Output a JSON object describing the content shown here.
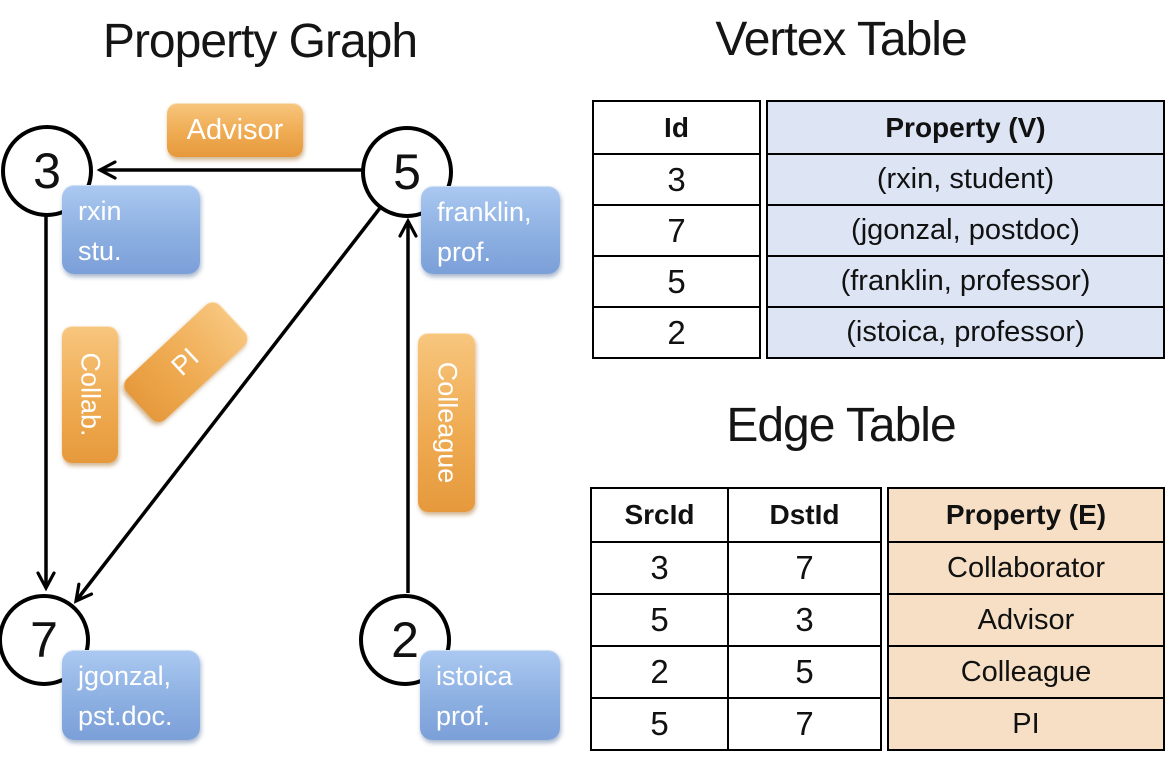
{
  "graph": {
    "title": "Property Graph",
    "vertices": [
      {
        "id": "3",
        "line1": "rxin",
        "line2": "stu."
      },
      {
        "id": "5",
        "line1": "franklin,",
        "line2": "prof."
      },
      {
        "id": "7",
        "line1": "jgonzal,",
        "line2": "pst.doc."
      },
      {
        "id": "2",
        "line1": "istoica",
        "line2": "prof."
      }
    ],
    "edges": [
      {
        "label": "Advisor",
        "from": "5",
        "to": "3"
      },
      {
        "label": "Collab.",
        "from": "3",
        "to": "7"
      },
      {
        "label": "PI",
        "from": "5",
        "to": "7"
      },
      {
        "label": "Colleague",
        "from": "2",
        "to": "5"
      }
    ]
  },
  "vertex_table": {
    "title": "Vertex Table",
    "columns": {
      "id": "Id",
      "property": "Property (V)"
    },
    "rows": [
      {
        "id": "3",
        "property": "(rxin, student)"
      },
      {
        "id": "7",
        "property": "(jgonzal, postdoc)"
      },
      {
        "id": "5",
        "property": "(franklin, professor)"
      },
      {
        "id": "2",
        "property": "(istoica, professor)"
      }
    ]
  },
  "edge_table": {
    "title": "Edge Table",
    "columns": {
      "src": "SrcId",
      "dst": "DstId",
      "property": "Property (E)"
    },
    "rows": [
      {
        "src": "3",
        "dst": "7",
        "property": "Collaborator"
      },
      {
        "src": "5",
        "dst": "3",
        "property": "Advisor"
      },
      {
        "src": "2",
        "dst": "5",
        "property": "Colleague"
      },
      {
        "src": "5",
        "dst": "7",
        "property": "PI"
      }
    ]
  },
  "colors": {
    "vertex_table_fill": "#dde5f4",
    "edge_table_fill": "#f6dfc4",
    "vertex_box_blue": "#7b9fd8",
    "edge_label_orange": "#e6993c",
    "line_black": "#000000"
  }
}
